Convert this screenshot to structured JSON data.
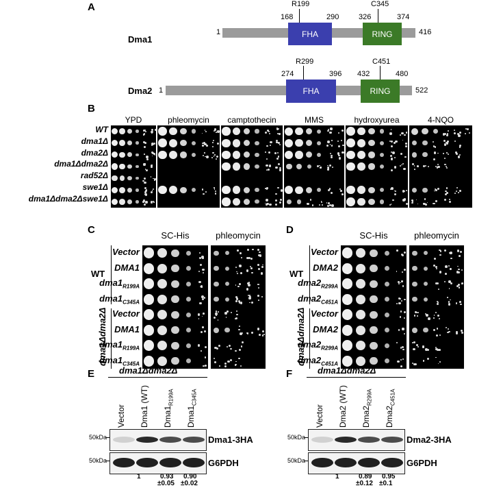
{
  "panelA": {
    "label": "A",
    "proteins": [
      {
        "name": "Dma1",
        "start": "1",
        "end": "416",
        "fha": {
          "label": "FHA",
          "start": "168",
          "end": "290",
          "site": "R199"
        },
        "ring": {
          "label": "RING",
          "start": "326",
          "end": "374",
          "site": "C345"
        }
      },
      {
        "name": "Dma2",
        "start": "1",
        "end": "522",
        "fha": {
          "label": "FHA",
          "start": "274",
          "end": "396",
          "site": "R299"
        },
        "ring": {
          "label": "RING",
          "start": "432",
          "end": "480",
          "site": "C451"
        }
      }
    ],
    "colors": {
      "backbone": "#9b9b9b",
      "fha": "#3b3fae",
      "ring": "#3b7a27"
    }
  },
  "panelB": {
    "label": "B",
    "conditions": [
      "YPD",
      "phleomycin",
      "camptothecin",
      "MMS",
      "hydroxyurea",
      "4-NQO"
    ],
    "strains": [
      "WT",
      "dma1Δ",
      "dma2Δ",
      "dma1Δdma2Δ",
      "rad52Δ",
      "swe1Δ",
      "dma1Δdma2Δswe1Δ"
    ]
  },
  "panelC": {
    "label": "C",
    "conditions": [
      "SC-His",
      "phleomycin"
    ],
    "group_labels": [
      "WT",
      "dma1Δdma2Δ"
    ],
    "plasmids": [
      {
        "main": "Vector",
        "sub": ""
      },
      {
        "main": "DMA1",
        "sub": ""
      },
      {
        "main": "dma1",
        "sub": "R199A"
      },
      {
        "main": "dma1",
        "sub": "C345A"
      }
    ]
  },
  "panelD": {
    "label": "D",
    "conditions": [
      "SC-His",
      "phleomycin"
    ],
    "group_labels": [
      "WT",
      "dma1Δdma2Δ"
    ],
    "plasmids": [
      {
        "main": "Vector",
        "sub": ""
      },
      {
        "main": "DMA2",
        "sub": ""
      },
      {
        "main": "dma2",
        "sub": "R299A"
      },
      {
        "main": "dma2",
        "sub": "C451A"
      }
    ]
  },
  "panelE": {
    "label": "E",
    "header": "dma1Δdma2Δ",
    "lanes": [
      {
        "main": "Vector",
        "sub": ""
      },
      {
        "main": "Dma1 (WT)",
        "sub": ""
      },
      {
        "main": "Dma1",
        "sub": "R199A"
      },
      {
        "main": "Dma1",
        "sub": "C345A"
      }
    ],
    "blots": [
      {
        "label": "Dma1-3HA",
        "marker": "50kDa"
      },
      {
        "label": "G6PDH",
        "marker": "50kDa"
      }
    ],
    "quant": [
      {
        "value": "",
        "err": ""
      },
      {
        "value": "1",
        "err": ""
      },
      {
        "value": "0.93",
        "err": "±0.05"
      },
      {
        "value": "0.90",
        "err": "±0.02"
      }
    ]
  },
  "panelF": {
    "label": "F",
    "header": "dma1Δdma2Δ",
    "lanes": [
      {
        "main": "Vector",
        "sub": ""
      },
      {
        "main": "Dma2 (WT)",
        "sub": ""
      },
      {
        "main": "Dma2",
        "sub": "R299A"
      },
      {
        "main": "Dma2",
        "sub": "C451A"
      }
    ],
    "blots": [
      {
        "label": "Dma2-3HA",
        "marker": "50kDa"
      },
      {
        "label": "G6PDH",
        "marker": "50kDa"
      }
    ],
    "quant": [
      {
        "value": "",
        "err": ""
      },
      {
        "value": "1",
        "err": ""
      },
      {
        "value": "0.89",
        "err": "±0.12"
      },
      {
        "value": "0.95",
        "err": "±0.1"
      }
    ]
  }
}
